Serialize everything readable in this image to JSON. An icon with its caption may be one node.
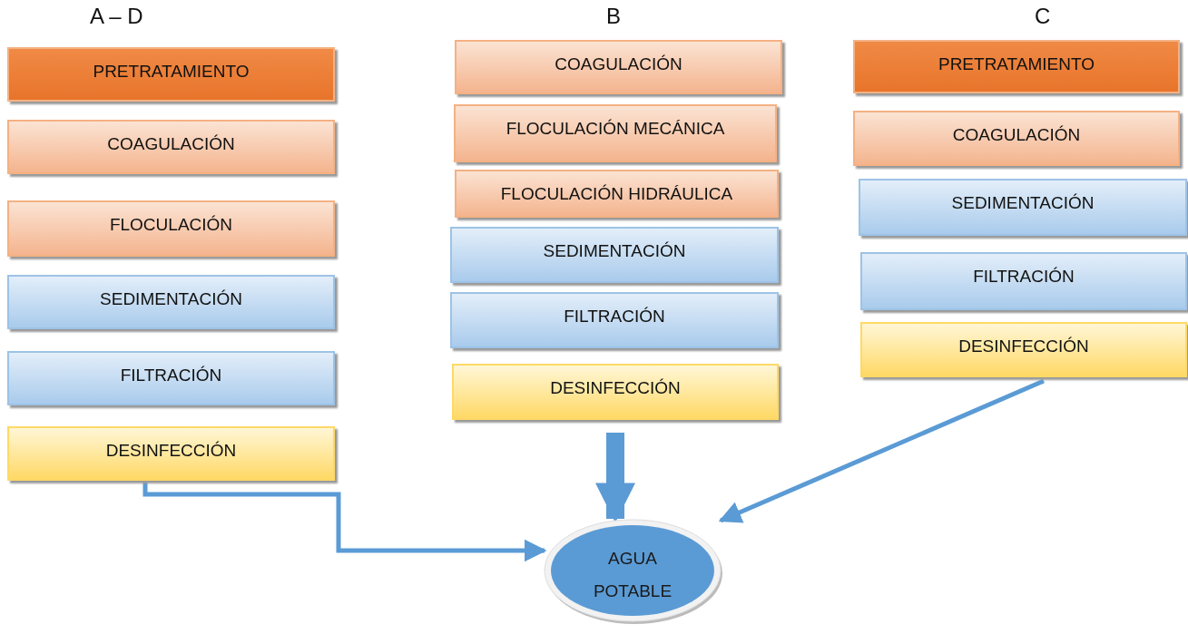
{
  "diagram": {
    "nodes": [
      {
        "text": [
          "PRETRATAMIENTO"
        ]
      },
      {
        "text": [
          "COAGULACIÓN"
        ]
      },
      {
        "text": [
          "FLOCULACIÓN"
        ]
      },
      {
        "text": [
          "SEDIMENTACIÓN"
        ]
      },
      {
        "text": [
          "FILTRACIÓN"
        ]
      },
      {
        "text": [
          "DESINFECCIÓN"
        ]
      },
      {
        "text": [
          "COAGULACIÓN"
        ]
      },
      {
        "text": [
          "FLOCULACIÓN MECÁNICA"
        ]
      },
      {
        "text": [
          "FLOCULACIÓN HIDRÁULICA"
        ]
      },
      {
        "text": [
          "SEDIMENTACIÓN"
        ]
      },
      {
        "text": [
          "FILTRACIÓN"
        ]
      },
      {
        "text": [
          "DESINFECCIÓN"
        ]
      },
      {
        "text": [
          "PRETRATAMIENTO"
        ]
      },
      {
        "text": [
          "COAGULACIÓN"
        ]
      },
      {
        "text": [
          "SEDIMENTACIÓN"
        ]
      },
      {
        "text": [
          "FILTRACIÓN"
        ]
      },
      {
        "text": [
          "DESINFECCIÓN"
        ]
      },
      {
        "text": [
          "AGUA POTABLE"
        ]
      }
    ],
    "edges": [
      {
        "from": 5,
        "to": 17,
        "arrow": "to"
      },
      {
        "from": 11,
        "to": 17,
        "arrow": "to",
        "style": "thick"
      },
      {
        "from": 16,
        "to": 17,
        "arrow": "to"
      }
    ],
    "labels": [
      "A – D",
      "B",
      "C"
    ]
  }
}
